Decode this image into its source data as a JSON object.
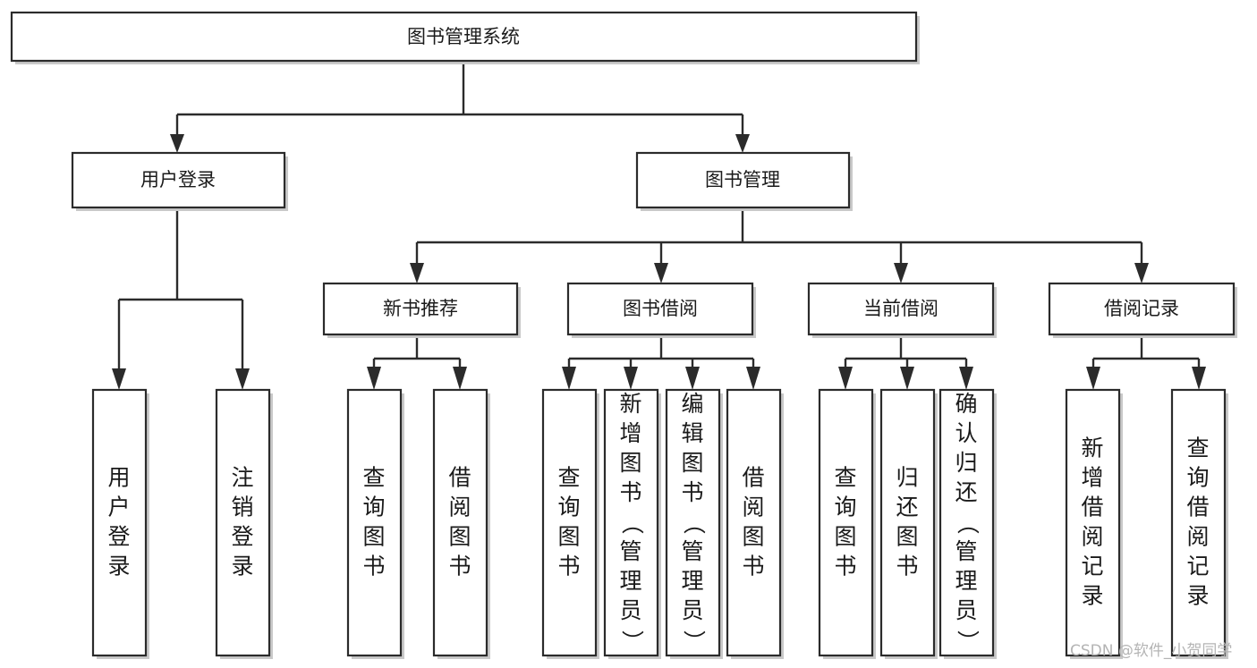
{
  "diagram": {
    "title": "图书管理系统",
    "type": "tree-hierarchy",
    "orientation": "top-down",
    "colors": {
      "box_fill": "#ffffff",
      "box_stroke": "#2b2b2b",
      "shadow": "#c9c9c9",
      "text": "#1a1a1a",
      "watermark": "#b4b4b4",
      "background": "#ffffff"
    }
  },
  "root": {
    "label": "图书管理系统"
  },
  "level2": [
    {
      "label": "用户登录"
    },
    {
      "label": "图书管理"
    }
  ],
  "level3": [
    {
      "label": "新书推荐"
    },
    {
      "label": "图书借阅"
    },
    {
      "label": "当前借阅"
    },
    {
      "label": "借阅记录"
    }
  ],
  "leaves": {
    "user_login": [
      {
        "label": "用户登录"
      },
      {
        "label": "注销登录"
      }
    ],
    "new_book": [
      {
        "label": "查询图书"
      },
      {
        "label": "借阅图书"
      }
    ],
    "book_borrow": [
      {
        "label": "查询图书"
      },
      {
        "label": "新增图书（管理员）"
      },
      {
        "label": "编辑图书（管理员）"
      },
      {
        "label": "借阅图书"
      }
    ],
    "current_borrow": [
      {
        "label": "查询图书"
      },
      {
        "label": "归还图书"
      },
      {
        "label": "确认归还（管理员）"
      }
    ],
    "borrow_record": [
      {
        "label": "新增借阅记录"
      },
      {
        "label": "查询借阅记录"
      }
    ]
  },
  "watermark": {
    "text": "CSDN @软件_小贺同学"
  }
}
